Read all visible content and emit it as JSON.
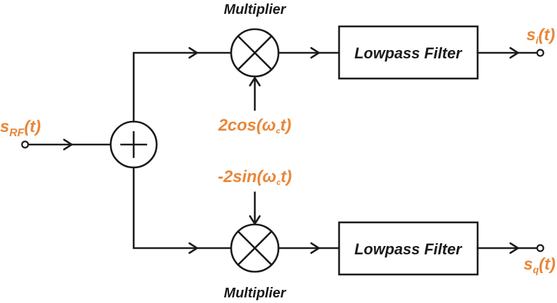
{
  "title": "IQ demodulator block diagram",
  "colors": {
    "line": "#1a1a1a",
    "signal_label": "#e8873a"
  },
  "input": {
    "label_main": "s",
    "label_sub": "RF",
    "label_tail": "(t)"
  },
  "adder": {
    "symbol": "+",
    "icon": "summing-junction-icon"
  },
  "upper_branch": {
    "multiplier_label": "Multiplier",
    "multiplier_icon": "multiplier-cross-icon",
    "oscillator_main": "2cos(ω",
    "oscillator_sub": "c",
    "oscillator_tail": "t)",
    "filter_label": "Lowpass Filter",
    "output_main": "s",
    "output_sub": "i",
    "output_tail": "(t)"
  },
  "lower_branch": {
    "multiplier_label": "Multiplier",
    "multiplier_icon": "multiplier-cross-icon",
    "oscillator_main": "-2sin(ω",
    "oscillator_sub": "c",
    "oscillator_tail": "t)",
    "filter_label": "Lowpass Filter",
    "output_main": "s",
    "output_sub": "q",
    "output_tail": "(t)"
  }
}
